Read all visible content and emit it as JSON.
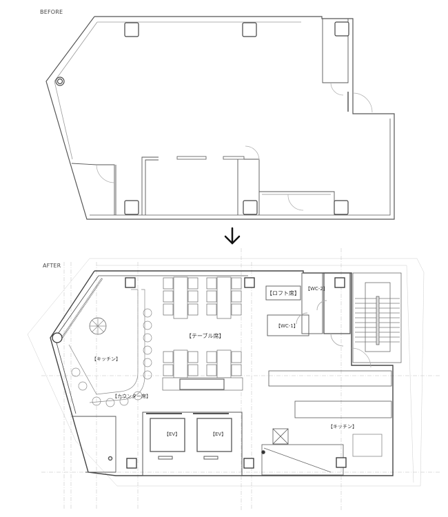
{
  "before": {
    "title": "BEFORE"
  },
  "arrow": {
    "icon": "arrow-down-icon"
  },
  "after": {
    "title": "AFTER",
    "rooms": {
      "table_seats": "【テーブル席】",
      "loft_seats": "【ロフト席】",
      "wc2": "【WC-2】",
      "wc1": "【WC-1】",
      "kitchen_left": "【キッチン】",
      "counter_seats": "【カウンター席】",
      "ev1": "【EV】",
      "ev2": "【EV】",
      "kitchen_right": "【キッチン】"
    }
  }
}
